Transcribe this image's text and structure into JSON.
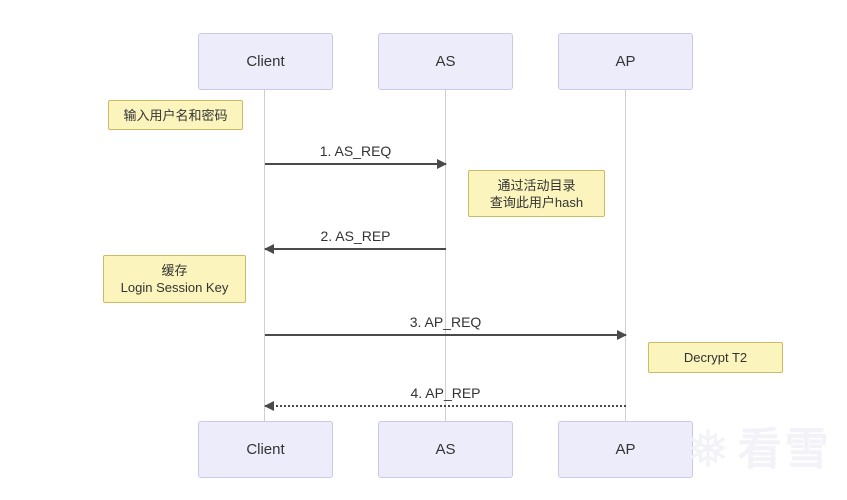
{
  "actors": [
    {
      "label": "Client"
    },
    {
      "label": "AS"
    },
    {
      "label": "AP"
    }
  ],
  "messages": [
    {
      "label": "1. AS_REQ",
      "from": "Client",
      "to": "AS",
      "line": "solid",
      "direction": "right"
    },
    {
      "label": "2. AS_REP",
      "from": "AS",
      "to": "Client",
      "line": "solid",
      "direction": "left"
    },
    {
      "label": "3. AP_REQ",
      "from": "Client",
      "to": "AP",
      "line": "solid",
      "direction": "right"
    },
    {
      "label": "4. AP_REP",
      "from": "AP",
      "to": "Client",
      "line": "dotted",
      "direction": "left"
    }
  ],
  "notes": [
    {
      "text": "输入用户名和密码"
    },
    {
      "line1": "通过活动目录",
      "line2": "查询此用户hash"
    },
    {
      "line1": "缓存",
      "line2": "Login Session Key"
    },
    {
      "text": "Decrypt T2"
    }
  ],
  "watermark": {
    "icon": "snowflake-icon",
    "glyph": "❅",
    "text": "看雪"
  },
  "colors": {
    "background": "#FFFFFF",
    "actor_fill": "#ECECFB",
    "actor_border": "#C9C9E9",
    "note_fill": "#FBF5BD",
    "note_border": "#C9BC62",
    "arrow": "#4A4A4A",
    "lifeline": "#CFCFCF",
    "watermark": "#F2F2F8"
  }
}
